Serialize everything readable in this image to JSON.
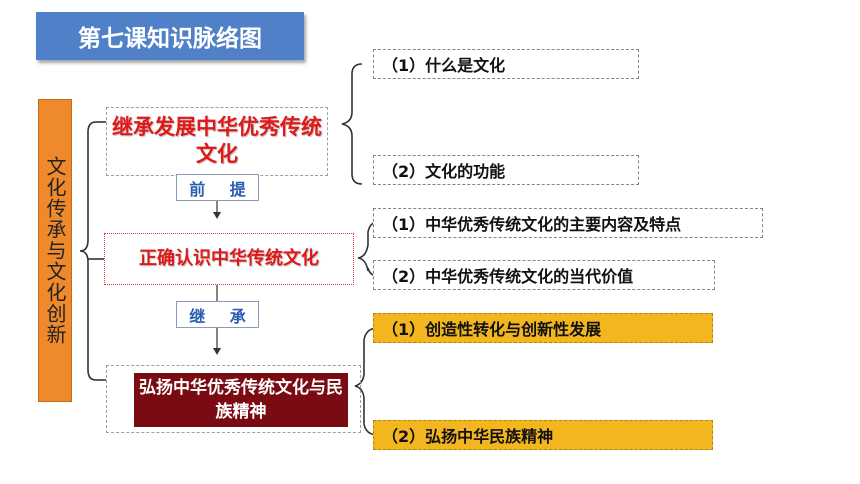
{
  "title": "第七课知识脉络图",
  "side_label": "文化传承与文化创新",
  "node_a": "继承发展中华优秀传统文化",
  "node_b": "正确认识中华传统文化",
  "node_c": "弘扬中华优秀传统文化与民族精神",
  "link_1": {
    "a": "前",
    "b": "提"
  },
  "link_2": {
    "a": "继",
    "b": "承"
  },
  "items": [
    "（1）什么是文化",
    "（2）文化的功能",
    "（1）中华优秀传统文化的主要内容及特点",
    "（2）中华优秀传统文化的当代价值",
    "（1）创造性转化与创新性发展",
    "（2）弘扬中华民族精神"
  ],
  "colors": {
    "title_bg": "#4f80c8",
    "side_bg": "#ef8a2c",
    "accent_red": "#e01818",
    "dark_band": "#7b0b12",
    "gold": "#f3b61f"
  }
}
